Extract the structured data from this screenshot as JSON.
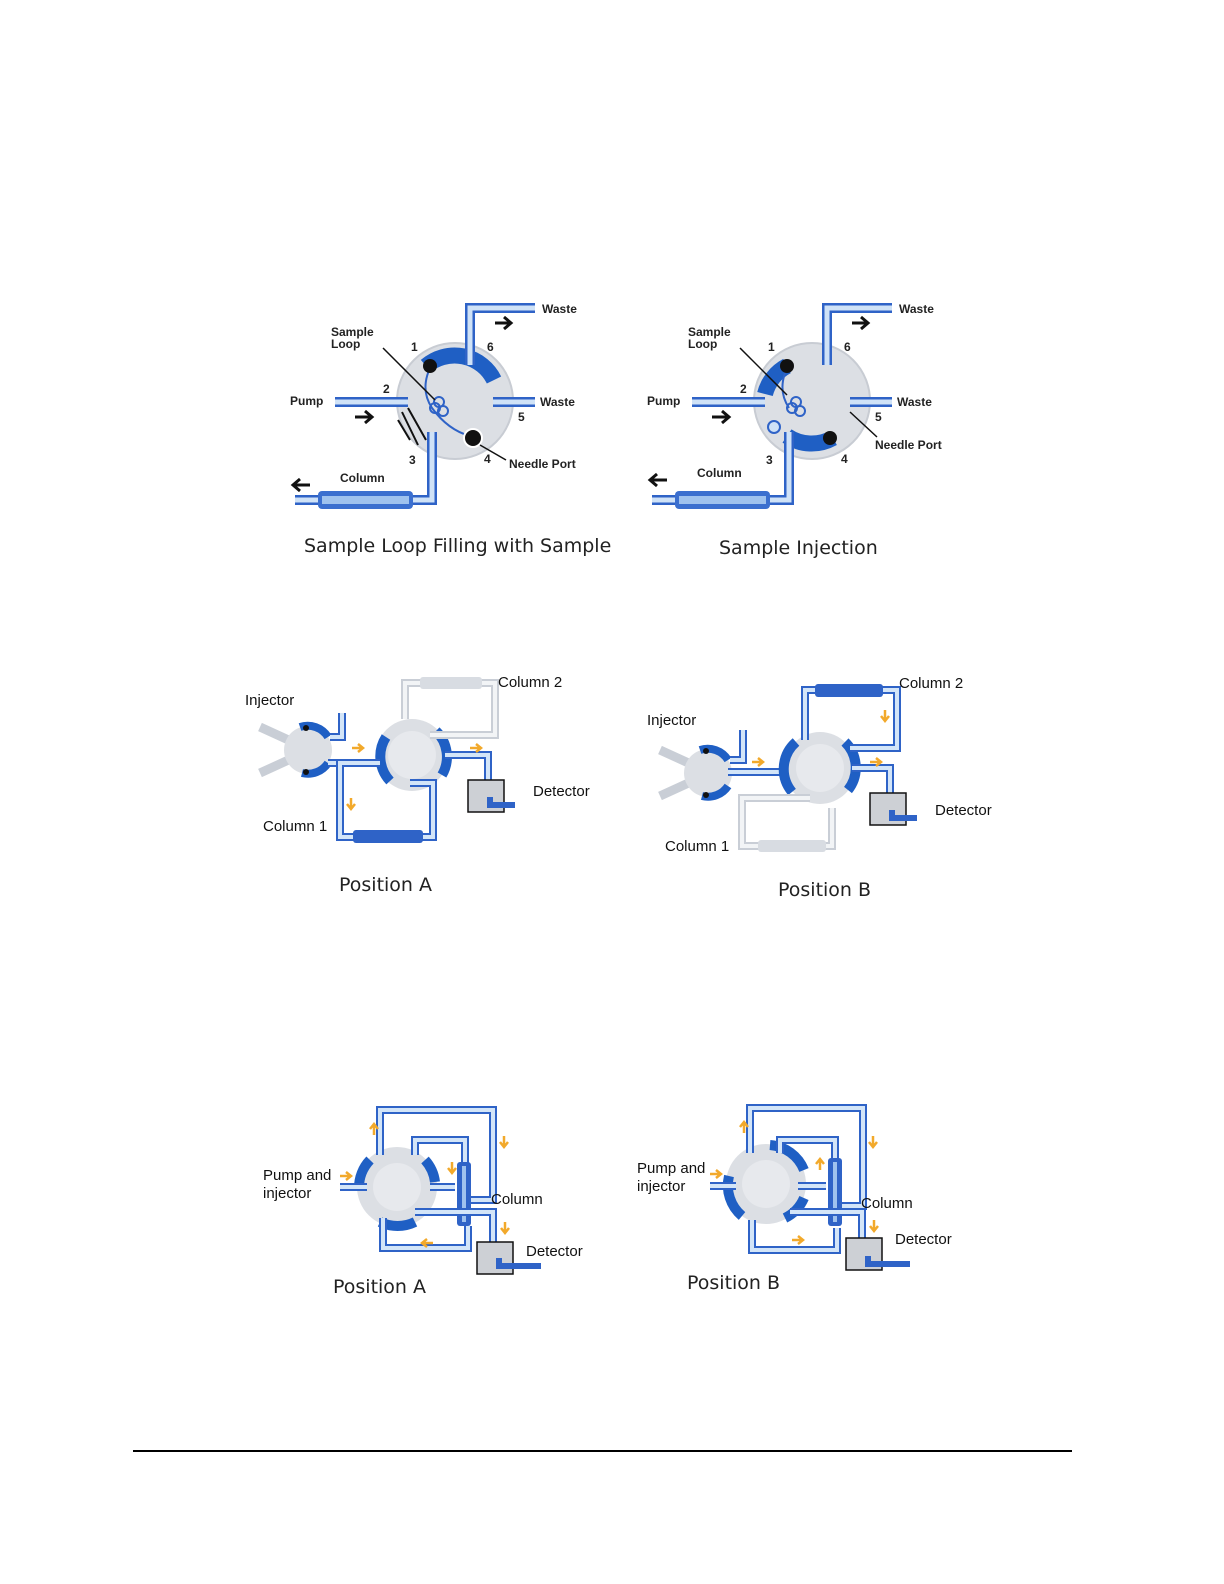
{
  "colors": {
    "tube_outer": "#2f63c7",
    "tube_inner": "#b9d6f5",
    "rotor": "#1f5fc4",
    "stator": "#d9dde3",
    "arrow": "#f2a92b"
  },
  "panel1": {
    "left": {
      "caption": "Sample Loop Filling with Sample",
      "labels": {
        "waste_top": "Waste",
        "waste_right": "Waste",
        "sample_loop_1": "Sample",
        "sample_loop_2": "Loop",
        "pump": "Pump",
        "column": "Column",
        "needle_port": "Needle Port"
      },
      "ports": {
        "p1": "1",
        "p2": "2",
        "p3": "3",
        "p4": "4",
        "p5": "5",
        "p6": "6"
      }
    },
    "right": {
      "caption": "Sample Injection",
      "labels": {
        "waste_top": "Waste",
        "waste_right": "Waste",
        "sample_loop_1": "Sample",
        "sample_loop_2": "Loop",
        "pump": "Pump",
        "column": "Column",
        "needle_port": "Needle Port"
      },
      "ports": {
        "p1": "1",
        "p2": "2",
        "p3": "3",
        "p4": "4",
        "p5": "5",
        "p6": "6"
      }
    }
  },
  "panel2": {
    "left": {
      "caption": "Position A",
      "labels": {
        "injector": "Injector",
        "column1": "Column 1",
        "column2": "Column 2",
        "detector": "Detector"
      }
    },
    "right": {
      "caption": "Position B",
      "labels": {
        "injector": "Injector",
        "column1": "Column 1",
        "column2": "Column 2",
        "detector": "Detector"
      }
    }
  },
  "panel3": {
    "left": {
      "caption": "Position A",
      "labels": {
        "pump_1": "Pump and",
        "pump_2": "injector",
        "column": "Column",
        "detector": "Detector"
      }
    },
    "right": {
      "caption": "Position B",
      "labels": {
        "pump_1": "Pump and",
        "pump_2": "injector",
        "column": "Column",
        "detector": "Detector"
      }
    }
  }
}
